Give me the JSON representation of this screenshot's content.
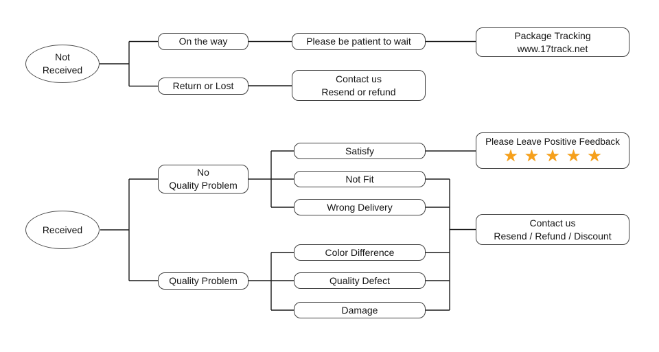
{
  "colors": {
    "background": "#ffffff",
    "line": "#1a1a1a",
    "box_border": "#3d3d3d",
    "text": "#141414",
    "star": "#F6A01B"
  },
  "nodes": {
    "not_received": {
      "line1": "Not",
      "line2": "Received"
    },
    "on_the_way": {
      "label": "On the way"
    },
    "return_or_lost": {
      "label": "Return or Lost"
    },
    "be_patient": {
      "label": "Please be patient to wait"
    },
    "package_tracking": {
      "line1": "Package Tracking",
      "line2": "www.17track.net"
    },
    "contact_resend_refund": {
      "line1": "Contact us",
      "line2": "Resend or refund"
    },
    "received": {
      "label": "Received"
    },
    "no_quality_problem": {
      "line1": "No",
      "line2": "Quality Problem"
    },
    "quality_problem": {
      "label": "Quality Problem"
    },
    "satisfy": {
      "label": "Satisfy"
    },
    "not_fit": {
      "label": "Not Fit"
    },
    "wrong_delivery": {
      "label": "Wrong Delivery"
    },
    "color_difference": {
      "label": "Color Difference"
    },
    "quality_defect": {
      "label": "Quality Defect"
    },
    "damage": {
      "label": "Damage"
    },
    "positive_feedback": {
      "label": "Please Leave Positive Feedback",
      "stars": 5,
      "star_glyph": "★",
      "star_color": "#F6A01B"
    },
    "contact_discount": {
      "line1": "Contact us",
      "line2": "Resend / Refund / Discount"
    }
  },
  "edges": [
    [
      "Not Received",
      "On the way"
    ],
    [
      "Not Received",
      "Return or Lost"
    ],
    [
      "On the way",
      "Please be patient to wait"
    ],
    [
      "Please be patient to wait",
      "Package Tracking www.17track.net"
    ],
    [
      "Return or Lost",
      "Contact us Resend or refund"
    ],
    [
      "Received",
      "No Quality Problem"
    ],
    [
      "Received",
      "Quality Problem"
    ],
    [
      "No Quality Problem",
      "Satisfy"
    ],
    [
      "No Quality Problem",
      "Not Fit"
    ],
    [
      "No Quality Problem",
      "Wrong Delivery"
    ],
    [
      "Satisfy",
      "Please Leave Positive Feedback"
    ],
    [
      "Quality Problem",
      "Color Difference"
    ],
    [
      "Quality Problem",
      "Quality Defect"
    ],
    [
      "Quality Problem",
      "Damage"
    ],
    [
      "Not Fit",
      "Contact us Resend / Refund / Discount"
    ],
    [
      "Wrong Delivery",
      "Contact us Resend / Refund / Discount"
    ],
    [
      "Color Difference",
      "Contact us Resend / Refund / Discount"
    ],
    [
      "Quality Defect",
      "Contact us Resend / Refund / Discount"
    ],
    [
      "Damage",
      "Contact us Resend / Refund / Discount"
    ]
  ]
}
